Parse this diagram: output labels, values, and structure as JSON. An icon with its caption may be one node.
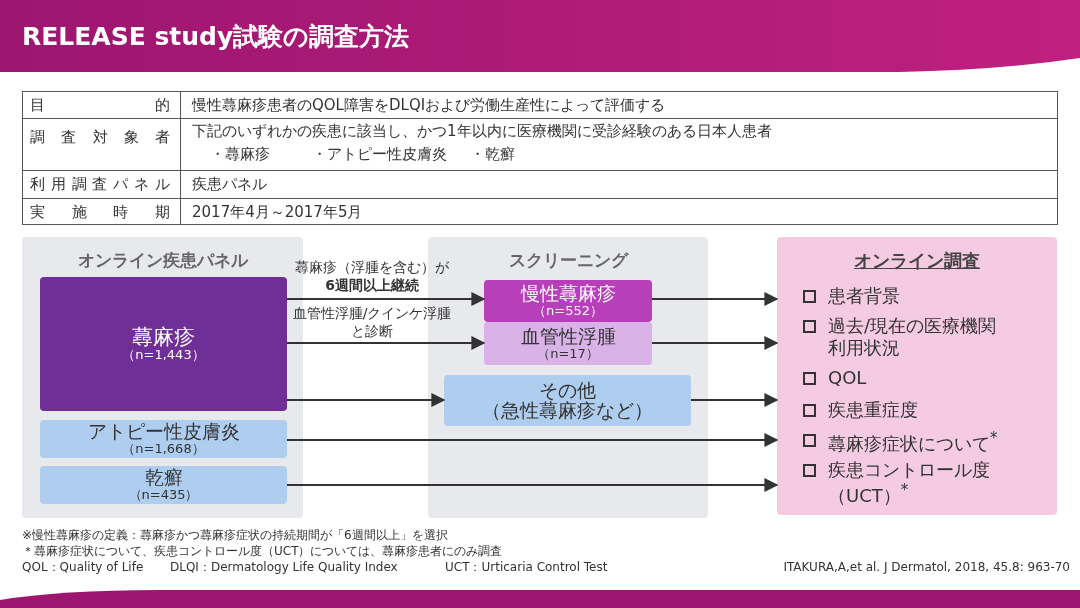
{
  "diagram": {
    "title": "RELEASE study試験の調査方法",
    "nodes": [
      {
        "text": [
          "オンライン疾患パネル"
        ]
      },
      {
        "text": [
          "蕁麻疹",
          "（n=1,443）"
        ],
        "in": 0
      },
      {
        "text": [
          "アトピー性皮膚炎",
          "（n=1,668）"
        ],
        "in": 0
      },
      {
        "text": [
          "乾癬",
          "（n=435）"
        ],
        "in": 0
      },
      {
        "text": [
          "スクリーニング"
        ]
      },
      {
        "text": [
          "慢性蕁麻疹",
          "（n=552）"
        ],
        "in": 4
      },
      {
        "text": [
          "血管性浮腫",
          "（n=17）"
        ],
        "in": 4
      },
      {
        "text": [
          "その他",
          "（急性蕁麻疹など）"
        ],
        "in": 4
      },
      {
        "text": [
          "オンライン調査",
          "患者背景",
          "過去/現在の医療機関利用状況",
          "QOL",
          "疾患重症度",
          "蕁麻疹症状について$^{*}$",
          "疾患コントロール度（UCT）$^{*}$"
        ]
      }
    ],
    "edges": [
      {
        "from": 1,
        "to": 5,
        "arrow": "to",
        "label": "蕁麻疹（浮腫を含む）が**6週間以上継続**"
      },
      {
        "from": 1,
        "to": 6,
        "arrow": "to",
        "label": "血管性浮腫/クインケ浮腫と診断"
      },
      {
        "from": 1,
        "to": 7,
        "arrow": "to"
      },
      {
        "from": 5,
        "to": 8,
        "arrow": "to"
      },
      {
        "from": 6,
        "to": 8,
        "arrow": "to"
      },
      {
        "from": 7,
        "to": 8,
        "arrow": "to"
      },
      {
        "from": 2,
        "to": 8,
        "arrow": "to"
      },
      {
        "from": 3,
        "to": 8,
        "arrow": "to"
      }
    ],
    "labels": [
      "目的",
      "慢性蕁麻疹患者のQOL障害をDLQIおよび労働生産性によって評価する",
      "調査対象者",
      "下記のいずれかの疾患に該当し、かつ1年以内に医療機関に受診経験のある日本人患者",
      "・蕁麻疹",
      "・アトピー性皮膚炎",
      "・乾癬",
      "利用調査パネル",
      "疾患パネル",
      "実施時期",
      "2017年4月～2017年5月",
      "※慢性蕁麻疹の定義：蕁麻疹かつ蕁麻疹症状の持続期間が「6週間以上」を選択",
      "＊蕁麻疹症状について、疾患コントロール度（UCT）については、蕁麻疹患者にのみ調査",
      "QOL：Quality of Life",
      "DLQI：Dermatology Life Quality Index",
      "UCT：Urticaria Control Test",
      "ITAKURA,A,et al. J Dermatol, 2018, 45.8: 963-70"
    ]
  }
}
